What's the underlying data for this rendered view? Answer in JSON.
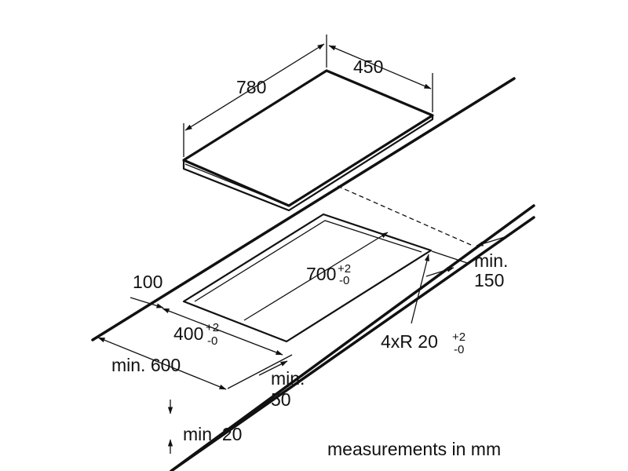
{
  "diagram": {
    "hob": {
      "length": "780",
      "width": "450"
    },
    "cutout": {
      "length": {
        "main": "700",
        "tol_plus": "+2",
        "tol_minus": "-0"
      },
      "width": {
        "main": "400",
        "tol_plus": "+2",
        "tol_minus": "-0"
      },
      "radius": {
        "main": "4xR 20",
        "tol_plus": "+2",
        "tol_minus": "-0"
      }
    },
    "clearances": {
      "front": "100",
      "worktop_depth": "min. 600",
      "rear": {
        "line1": "min.",
        "line2": "50"
      },
      "side": {
        "line1": "min.",
        "line2": "150"
      },
      "thickness": "min. 20"
    },
    "footer": "measurements in mm"
  }
}
